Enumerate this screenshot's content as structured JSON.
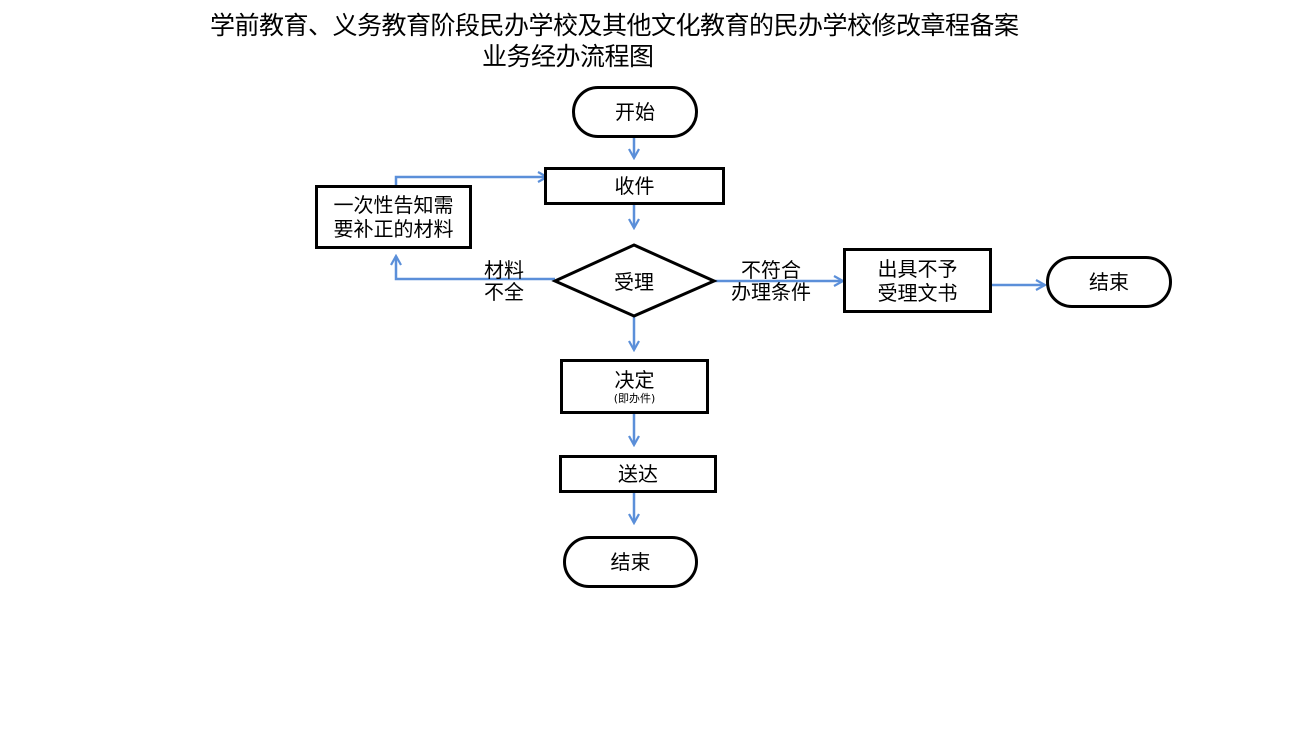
{
  "title": {
    "line1": "学前教育、义务教育阶段民办学校及其他文化教育的民办学校修改章程备案",
    "line2": "业务经办流程图"
  },
  "nodes": {
    "start": "开始",
    "receive": "收件",
    "notify_line1": "一次性告知需",
    "notify_line2": "要补正的材料",
    "accept": "受理",
    "reject_line1": "出具不予",
    "reject_line2": "受理文书",
    "end_right": "结束",
    "decide": "决定",
    "decide_sub": "(即办件)",
    "deliver": "送达",
    "end_bottom": "结束"
  },
  "edge_labels": {
    "incomplete_line1": "材料",
    "incomplete_line2": "不全",
    "ineligible_line1": "不符合",
    "ineligible_line2": "办理条件"
  },
  "colors": {
    "arrow": "#5b8fd9",
    "border": "#000000"
  }
}
